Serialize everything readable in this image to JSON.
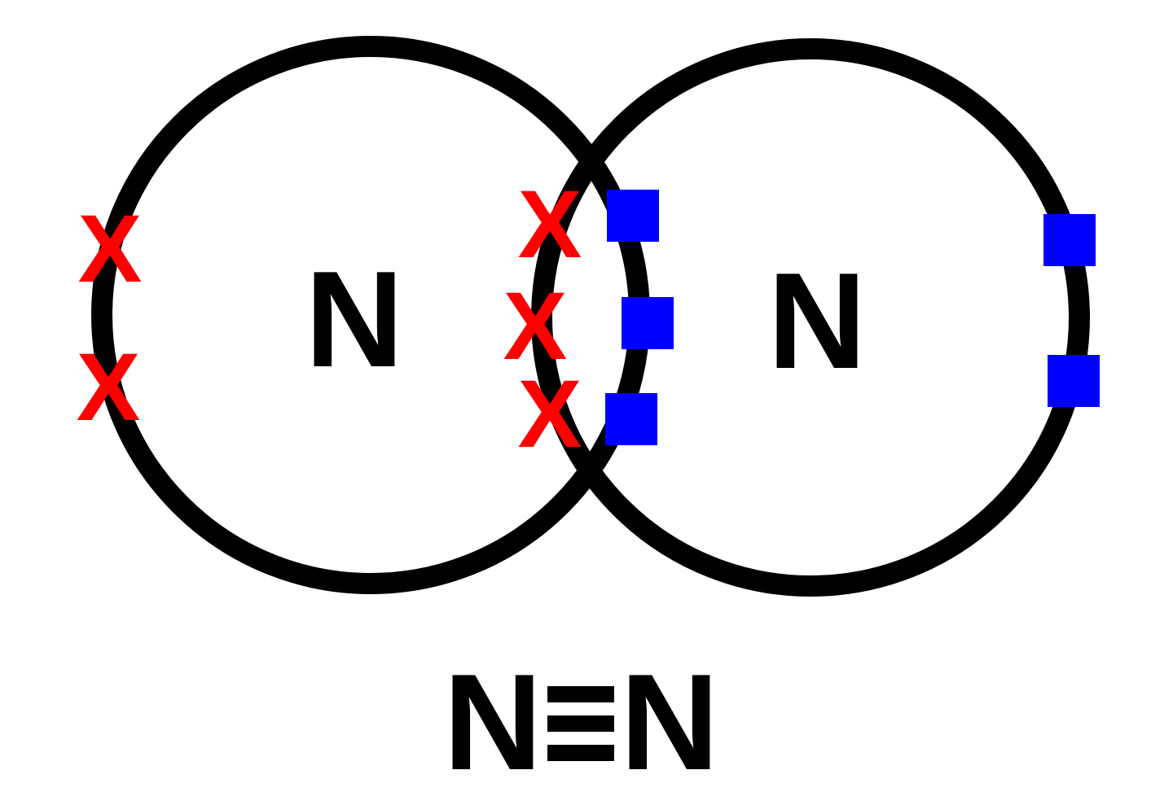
{
  "atoms": [
    {
      "symbol": "N"
    },
    {
      "symbol": "N"
    }
  ],
  "electron_markers": {
    "left_atom": {
      "glyph": "X",
      "color": "#ff0000",
      "count": 5
    },
    "right_atom": {
      "glyph": "square",
      "color": "#0000ff",
      "count": 5
    }
  },
  "shell_color": "#000000",
  "formula": {
    "left": "N",
    "right": "N",
    "bond": "triple"
  }
}
